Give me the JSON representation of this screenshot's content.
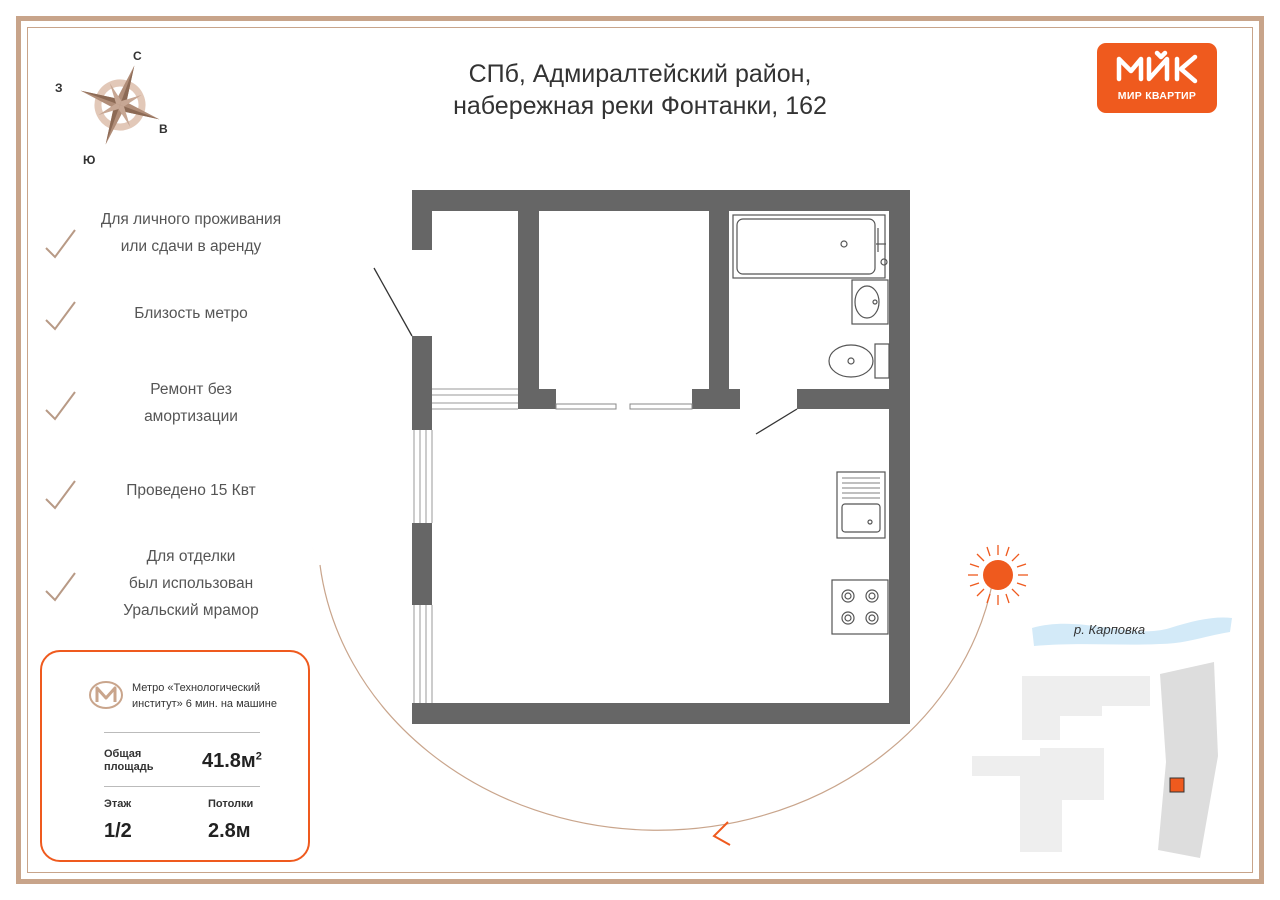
{
  "title": {
    "line1": "СПб, Адмиралтейский район,",
    "line2": "набережная реки Фонтанки, 162"
  },
  "logo": {
    "text": "МИР КВАРТИР",
    "color": "#ef5a1e"
  },
  "compass": {
    "north": "С",
    "west": "З",
    "east": "В",
    "south": "Ю"
  },
  "features": [
    {
      "lines": [
        "Для личного  проживания",
        "или сдачи в аренду"
      ]
    },
    {
      "lines": [
        "Близость метро"
      ]
    },
    {
      "lines": [
        "Ремонт без",
        "амортизации"
      ]
    },
    {
      "lines": [
        "Проведено 15 Квт"
      ]
    },
    {
      "lines": [
        "Для отделки",
        "был использован",
        "Уральский мрамор"
      ]
    }
  ],
  "info": {
    "metro_line1": "Метро «Технологический",
    "metro_line2": "институт» 6 мин. на машине",
    "area_label_1": "Общая",
    "area_label_2": "площадь",
    "area_value": "41.8м",
    "area_unit_sup": "2",
    "floor_label": "Этаж",
    "floor_value": "1/2",
    "ceiling_label": "Потолки",
    "ceiling_value": "2.8м"
  },
  "map": {
    "river_label": "р. Карповка"
  },
  "colors": {
    "accent": "#ef5a1e",
    "frame": "#c8a48a",
    "wall": "#666666"
  }
}
